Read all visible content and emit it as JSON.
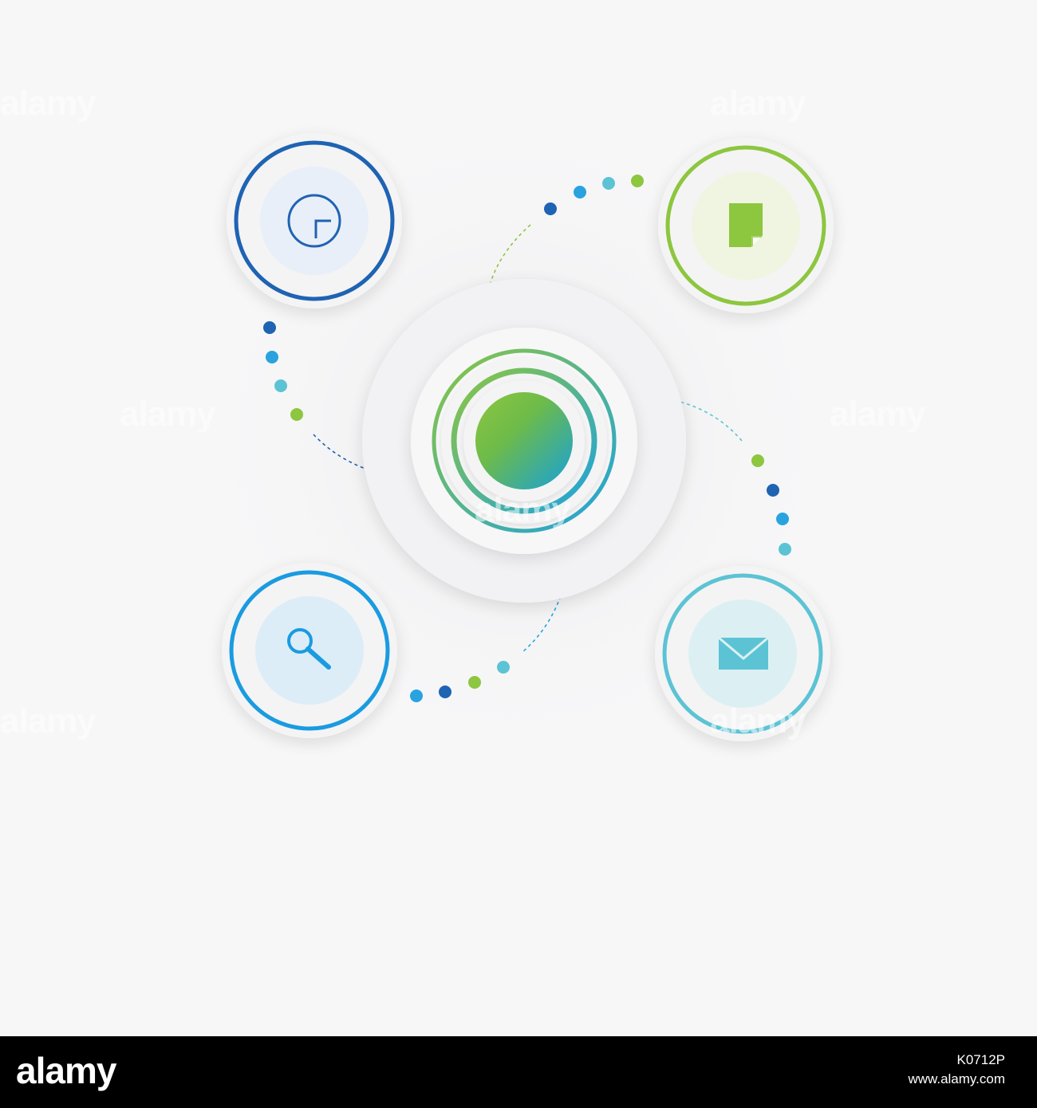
{
  "colors": {
    "background": "#f7f7f8",
    "dark_blue": "#1f63b3",
    "green": "#8dc63f",
    "sky_blue": "#29a3e0",
    "teal": "#5cc3d4",
    "gradient_start": "#8dc63f",
    "gradient_end": "#16a0dc"
  },
  "nodes": [
    {
      "id": "clock",
      "icon": "clock-icon",
      "color": "#1f63b3",
      "fill": "#e8eff8"
    },
    {
      "id": "document",
      "icon": "document-icon",
      "color": "#8dc63f",
      "fill": "#eff5e0"
    },
    {
      "id": "search",
      "icon": "magnifier-icon",
      "color": "#1a9be0",
      "fill": "#dcedf8"
    },
    {
      "id": "mail",
      "icon": "envelope-icon",
      "color": "#5cc3d4",
      "fill": "#dcf0f4"
    }
  ],
  "center": {
    "icon": "gradient-orb"
  },
  "watermark_text": "alamy",
  "footer": {
    "logo": "alamy",
    "image_id": "K0712P",
    "url": "www.alamy.com"
  }
}
